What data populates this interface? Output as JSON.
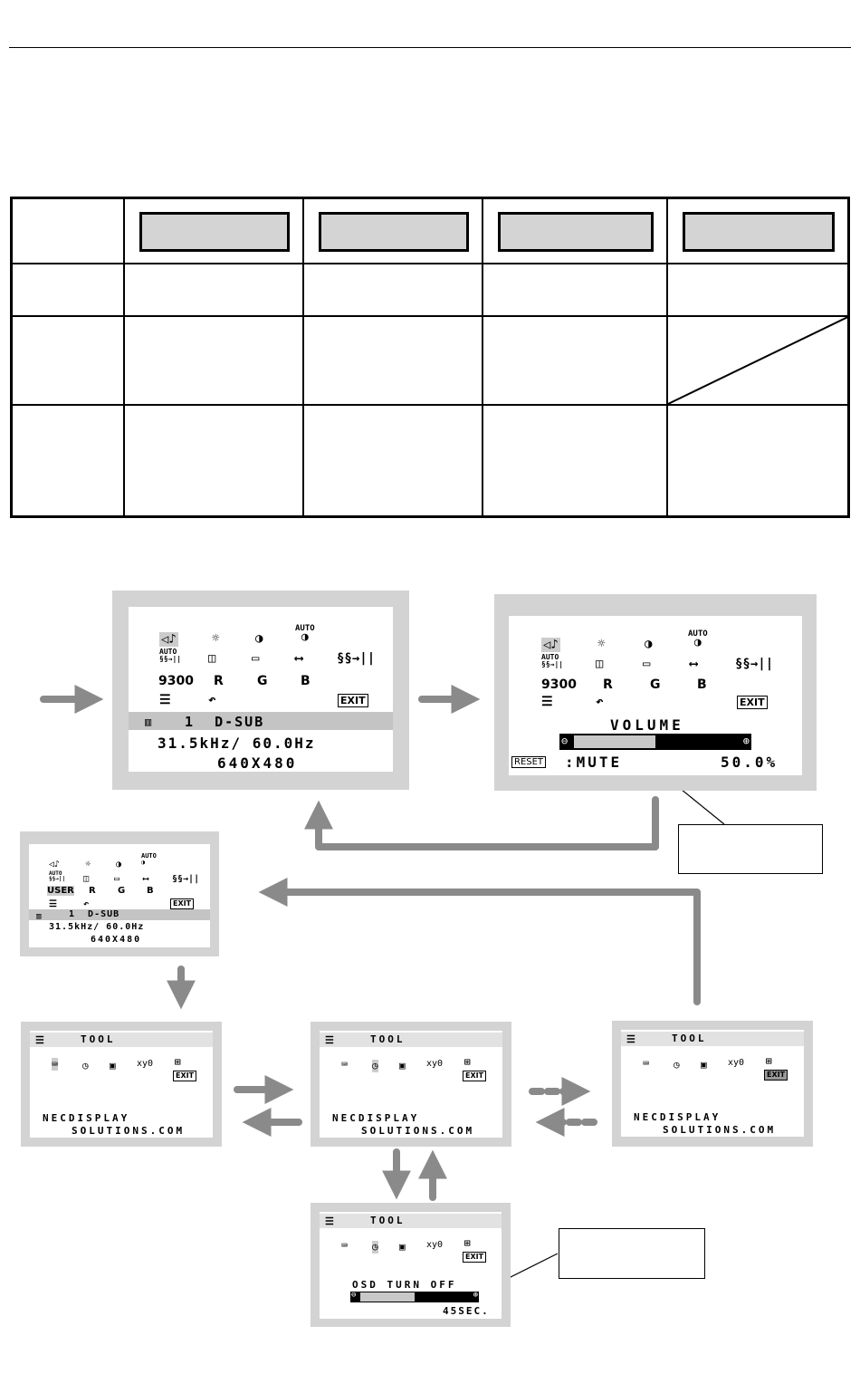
{
  "table": {
    "header_labels": [
      "",
      "",
      "",
      ""
    ]
  },
  "main_menu": {
    "row1_icons": [
      "speaker-icon",
      "brightness-icon",
      "contrast-icon",
      "auto-contrast-icon"
    ],
    "row2_icons": [
      "auto-adjust-icon",
      "left-right-icon",
      "size-icon",
      "h-size-icon",
      "phase-icon"
    ],
    "row3": {
      "preset": "9300",
      "r": "R",
      "g": "G",
      "b": "B"
    },
    "exit": "EXIT",
    "input_line": "1  D-SUB",
    "freq": "31.5kHz/ 60.0Hz",
    "resolution": "640X480"
  },
  "user_menu": {
    "preset": "USER",
    "r": "R",
    "g": "G",
    "b": "B",
    "exit": "EXIT",
    "input_line": "1  D-SUB",
    "freq": "31.5kHz/ 60.0Hz",
    "resolution": "640X480"
  },
  "volume_menu": {
    "preset": "9300",
    "r": "R",
    "g": "G",
    "b": "B",
    "exit": "EXIT",
    "title": "VOLUME",
    "reset": "RESET",
    "mute": ":MUTE",
    "value": "50.0%",
    "level_fraction": 0.5
  },
  "tool_menu": {
    "title": "TOOL",
    "xy": "xy0",
    "exit": "EXIT",
    "site_line1": "NECDISPLAY",
    "site_line2": "SOLUTIONS.COM"
  },
  "osd_off_menu": {
    "title": "TOOL",
    "xy": "xy0",
    "exit": "EXIT",
    "label": "OSD TURN OFF",
    "value": "45SEC.",
    "level_fraction": 0.5
  },
  "colors": {
    "screen_frame": "#d3d3d3",
    "arrow": "#8a8a8a",
    "bar_fill": "#c8c8c8"
  }
}
